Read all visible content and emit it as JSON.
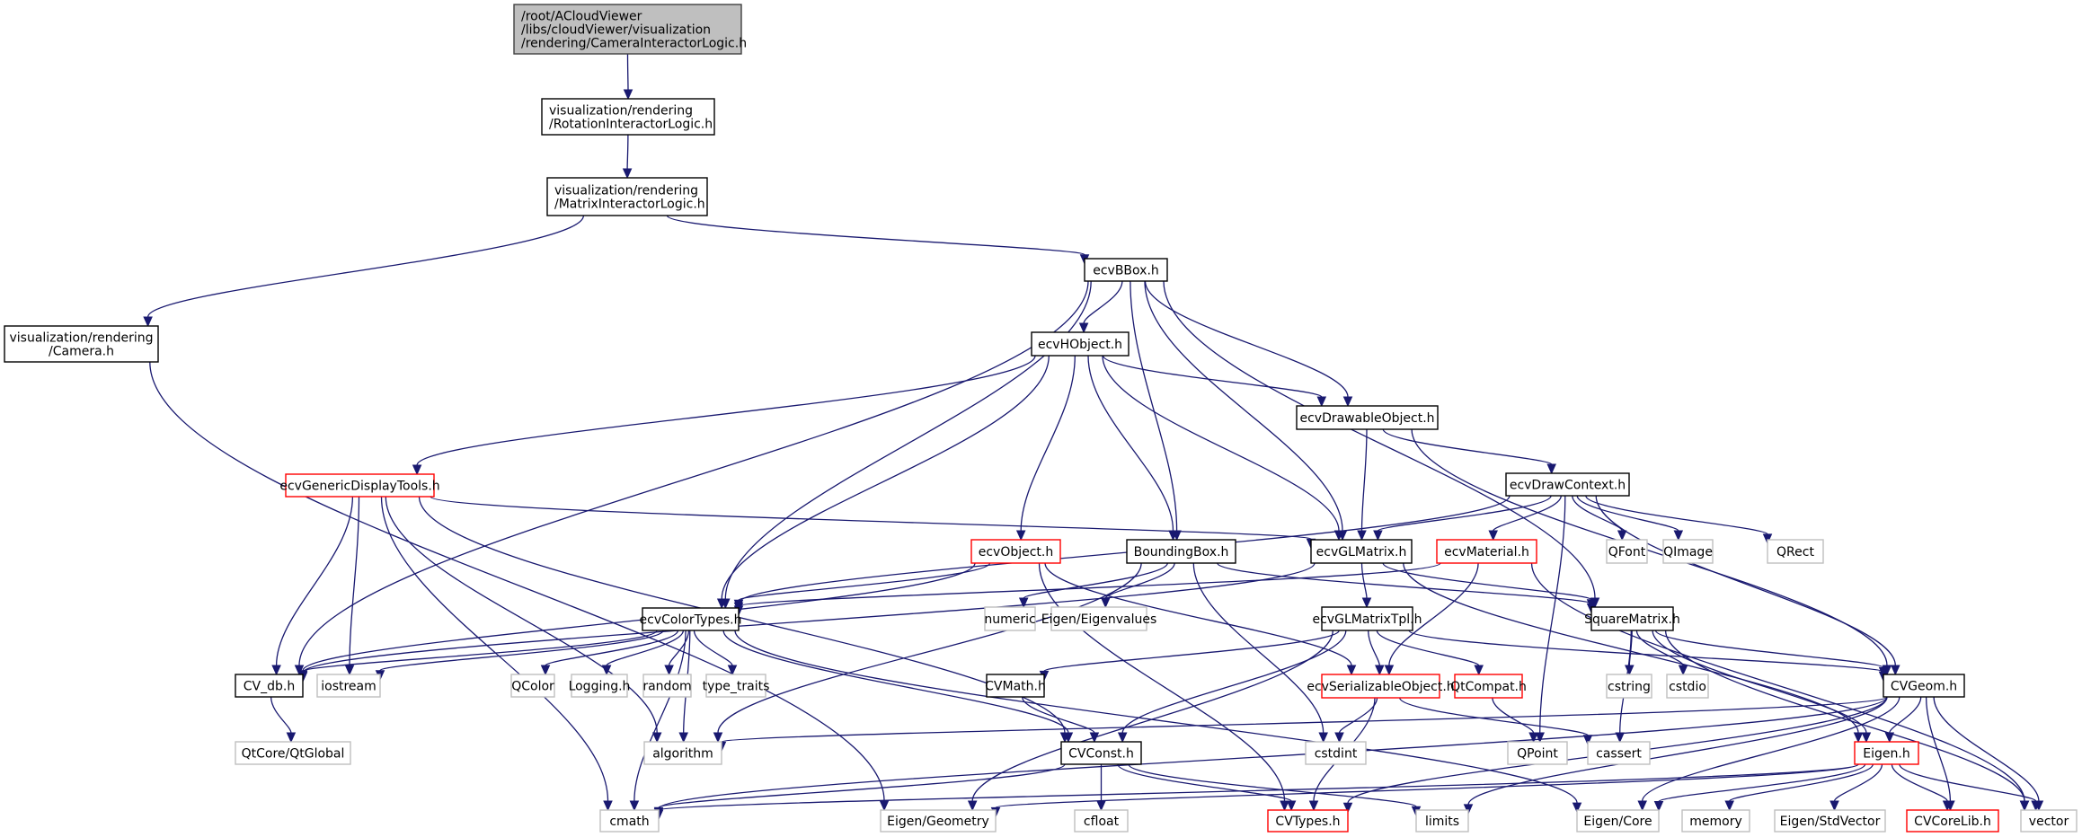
{
  "title": "Include dependency graph for CameraInteractorLogic.h",
  "colors": {
    "edge": "#191970",
    "root_fill": "#bfbfbf",
    "root_border": "#404040",
    "documented_border": "#000000",
    "missing_border": "#ff0000",
    "external_border": "#bfbfbf",
    "text": "#000000"
  },
  "nodes": [
    {
      "id": "root",
      "lines": [
        "/root/ACloudViewer",
        "/libs/cloudViewer/visualization",
        "/rendering/CameraInteractorLogic.h"
      ],
      "kind": "root"
    },
    {
      "id": "rotation",
      "lines": [
        "visualization/rendering",
        "/RotationInteractorLogic.h"
      ],
      "kind": "doc"
    },
    {
      "id": "matrix",
      "lines": [
        "visualization/rendering",
        "/MatrixInteractorLogic.h"
      ],
      "kind": "doc"
    },
    {
      "id": "camera",
      "lines": [
        "visualization/rendering",
        "/Camera.h"
      ],
      "kind": "doc"
    },
    {
      "id": "ecvBBox",
      "lines": [
        "ecvBBox.h"
      ],
      "kind": "doc"
    },
    {
      "id": "ecvHObject",
      "lines": [
        "ecvHObject.h"
      ],
      "kind": "doc"
    },
    {
      "id": "ecvDrawableObject",
      "lines": [
        "ecvDrawableObject.h"
      ],
      "kind": "doc"
    },
    {
      "id": "ecvGenericDisplayTools",
      "lines": [
        "ecvGenericDisplayTools.h"
      ],
      "kind": "missing"
    },
    {
      "id": "ecvDrawContext",
      "lines": [
        "ecvDrawContext.h"
      ],
      "kind": "doc"
    },
    {
      "id": "ecvObject",
      "lines": [
        "ecvObject.h"
      ],
      "kind": "missing"
    },
    {
      "id": "BoundingBox",
      "lines": [
        "BoundingBox.h"
      ],
      "kind": "doc"
    },
    {
      "id": "ecvGLMatrix",
      "lines": [
        "ecvGLMatrix.h"
      ],
      "kind": "doc"
    },
    {
      "id": "ecvMaterial",
      "lines": [
        "ecvMaterial.h"
      ],
      "kind": "missing"
    },
    {
      "id": "QFont",
      "lines": [
        "QFont"
      ],
      "kind": "ext"
    },
    {
      "id": "QImage",
      "lines": [
        "QImage"
      ],
      "kind": "ext"
    },
    {
      "id": "QRect",
      "lines": [
        "QRect"
      ],
      "kind": "ext"
    },
    {
      "id": "ecvColorTypes",
      "lines": [
        "ecvColorTypes.h"
      ],
      "kind": "doc"
    },
    {
      "id": "numeric",
      "lines": [
        "numeric"
      ],
      "kind": "ext"
    },
    {
      "id": "EigenEigenvalues",
      "lines": [
        "Eigen/Eigenvalues"
      ],
      "kind": "ext"
    },
    {
      "id": "ecvGLMatrixTpl",
      "lines": [
        "ecvGLMatrixTpl.h"
      ],
      "kind": "doc"
    },
    {
      "id": "SquareMatrix",
      "lines": [
        "SquareMatrix.h"
      ],
      "kind": "doc"
    },
    {
      "id": "CV_db",
      "lines": [
        "CV_db.h"
      ],
      "kind": "doc"
    },
    {
      "id": "iostream",
      "lines": [
        "iostream"
      ],
      "kind": "ext"
    },
    {
      "id": "QColor",
      "lines": [
        "QColor"
      ],
      "kind": "ext"
    },
    {
      "id": "Logging",
      "lines": [
        "Logging.h"
      ],
      "kind": "ext"
    },
    {
      "id": "random",
      "lines": [
        "random"
      ],
      "kind": "ext"
    },
    {
      "id": "type_traits",
      "lines": [
        "type_traits"
      ],
      "kind": "ext"
    },
    {
      "id": "CVMath",
      "lines": [
        "CVMath.h"
      ],
      "kind": "doc"
    },
    {
      "id": "ecvSerializableObject",
      "lines": [
        "ecvSerializableObject.h"
      ],
      "kind": "missing"
    },
    {
      "id": "QtCompat",
      "lines": [
        "QtCompat.h"
      ],
      "kind": "missing"
    },
    {
      "id": "cstring",
      "lines": [
        "cstring"
      ],
      "kind": "ext"
    },
    {
      "id": "cstdio",
      "lines": [
        "cstdio"
      ],
      "kind": "ext"
    },
    {
      "id": "CVGeom",
      "lines": [
        "CVGeom.h"
      ],
      "kind": "doc"
    },
    {
      "id": "QtGlobal",
      "lines": [
        "QtCore/QtGlobal"
      ],
      "kind": "ext"
    },
    {
      "id": "algorithm",
      "lines": [
        "algorithm"
      ],
      "kind": "ext"
    },
    {
      "id": "CVConst",
      "lines": [
        "CVConst.h"
      ],
      "kind": "doc"
    },
    {
      "id": "cstdint",
      "lines": [
        "cstdint"
      ],
      "kind": "ext"
    },
    {
      "id": "QPoint",
      "lines": [
        "QPoint"
      ],
      "kind": "ext"
    },
    {
      "id": "cassert",
      "lines": [
        "cassert"
      ],
      "kind": "ext"
    },
    {
      "id": "EigenH",
      "lines": [
        "Eigen.h"
      ],
      "kind": "missing"
    },
    {
      "id": "cmath",
      "lines": [
        "cmath"
      ],
      "kind": "ext"
    },
    {
      "id": "EigenGeometry",
      "lines": [
        "Eigen/Geometry"
      ],
      "kind": "ext"
    },
    {
      "id": "cfloat",
      "lines": [
        "cfloat"
      ],
      "kind": "ext"
    },
    {
      "id": "CVTypes",
      "lines": [
        "CVTypes.h"
      ],
      "kind": "missing"
    },
    {
      "id": "limits",
      "lines": [
        "limits"
      ],
      "kind": "ext"
    },
    {
      "id": "EigenCore",
      "lines": [
        "Eigen/Core"
      ],
      "kind": "ext"
    },
    {
      "id": "memory",
      "lines": [
        "memory"
      ],
      "kind": "ext"
    },
    {
      "id": "EigenStdVector",
      "lines": [
        "Eigen/StdVector"
      ],
      "kind": "ext"
    },
    {
      "id": "CVCoreLib",
      "lines": [
        "CVCoreLib.h"
      ],
      "kind": "missing"
    },
    {
      "id": "vector",
      "lines": [
        "vector"
      ],
      "kind": "ext"
    }
  ],
  "edges": [
    [
      "root",
      "rotation"
    ],
    [
      "rotation",
      "matrix"
    ],
    [
      "matrix",
      "camera"
    ],
    [
      "matrix",
      "ecvBBox"
    ],
    [
      "camera",
      "EigenGeometry"
    ],
    [
      "ecvBBox",
      "ecvHObject"
    ],
    [
      "ecvBBox",
      "ecvDrawableObject"
    ],
    [
      "ecvBBox",
      "BoundingBox"
    ],
    [
      "ecvBBox",
      "ecvGLMatrix"
    ],
    [
      "ecvBBox",
      "ecvColorTypes"
    ],
    [
      "ecvBBox",
      "CV_db"
    ],
    [
      "ecvBBox",
      "SquareMatrix"
    ],
    [
      "ecvHObject",
      "ecvGenericDisplayTools"
    ],
    [
      "ecvHObject",
      "ecvDrawableObject"
    ],
    [
      "ecvHObject",
      "ecvObject"
    ],
    [
      "ecvHObject",
      "BoundingBox"
    ],
    [
      "ecvHObject",
      "ecvGLMatrix"
    ],
    [
      "ecvHObject",
      "ecvColorTypes"
    ],
    [
      "ecvDrawableObject",
      "ecvDrawContext"
    ],
    [
      "ecvDrawableObject",
      "ecvGLMatrix"
    ],
    [
      "ecvDrawableObject",
      "CVGeom"
    ],
    [
      "ecvGenericDisplayTools",
      "ecvGLMatrix"
    ],
    [
      "ecvGenericDisplayTools",
      "CV_db"
    ],
    [
      "ecvGenericDisplayTools",
      "iostream"
    ],
    [
      "ecvGenericDisplayTools",
      "CVConst"
    ],
    [
      "ecvGenericDisplayTools",
      "algorithm"
    ],
    [
      "ecvGenericDisplayTools",
      "cmath"
    ],
    [
      "ecvDrawContext",
      "ecvGLMatrix"
    ],
    [
      "ecvDrawContext",
      "ecvMaterial"
    ],
    [
      "ecvDrawContext",
      "QFont"
    ],
    [
      "ecvDrawContext",
      "QImage"
    ],
    [
      "ecvDrawContext",
      "QRect"
    ],
    [
      "ecvDrawContext",
      "ecvColorTypes"
    ],
    [
      "ecvDrawContext",
      "QPoint"
    ],
    [
      "ecvDrawContext",
      "CVGeom"
    ],
    [
      "ecvObject",
      "ecvColorTypes"
    ],
    [
      "ecvObject",
      "CV_db"
    ],
    [
      "ecvObject",
      "ecvSerializableObject"
    ],
    [
      "ecvObject",
      "CVTypes"
    ],
    [
      "BoundingBox",
      "numeric"
    ],
    [
      "BoundingBox",
      "EigenEigenvalues"
    ],
    [
      "BoundingBox",
      "algorithm"
    ],
    [
      "BoundingBox",
      "cstdint"
    ],
    [
      "BoundingBox",
      "SquareMatrix"
    ],
    [
      "ecvGLMatrix",
      "ecvGLMatrixTpl"
    ],
    [
      "ecvGLMatrix",
      "SquareMatrix"
    ],
    [
      "ecvGLMatrix",
      "CV_db"
    ],
    [
      "ecvGLMatrix",
      "EigenH"
    ],
    [
      "ecvMaterial",
      "ecvColorTypes"
    ],
    [
      "ecvMaterial",
      "ecvSerializableObject"
    ],
    [
      "ecvMaterial",
      "vector"
    ],
    [
      "ecvColorTypes",
      "CV_db"
    ],
    [
      "ecvColorTypes",
      "iostream"
    ],
    [
      "ecvColorTypes",
      "QColor"
    ],
    [
      "ecvColorTypes",
      "Logging"
    ],
    [
      "ecvColorTypes",
      "random"
    ],
    [
      "ecvColorTypes",
      "type_traits"
    ],
    [
      "ecvColorTypes",
      "CVConst"
    ],
    [
      "ecvColorTypes",
      "algorithm"
    ],
    [
      "ecvColorTypes",
      "cmath"
    ],
    [
      "ecvColorTypes",
      "EigenCore"
    ],
    [
      "ecvGLMatrixTpl",
      "CVMath"
    ],
    [
      "ecvGLMatrixTpl",
      "ecvSerializableObject"
    ],
    [
      "ecvGLMatrixTpl",
      "QtCompat"
    ],
    [
      "ecvGLMatrixTpl",
      "CVGeom"
    ],
    [
      "ecvGLMatrixTpl",
      "CVConst"
    ],
    [
      "ecvGLMatrixTpl",
      "EigenGeometry"
    ],
    [
      "SquareMatrix",
      "cstring"
    ],
    [
      "SquareMatrix",
      "cstdio"
    ],
    [
      "SquareMatrix",
      "CVGeom"
    ],
    [
      "SquareMatrix",
      "cassert"
    ],
    [
      "SquareMatrix",
      "vector"
    ],
    [
      "SquareMatrix",
      "EigenH"
    ],
    [
      "CV_db",
      "QtGlobal"
    ],
    [
      "CVMath",
      "CVConst"
    ],
    [
      "ecvSerializableObject",
      "cstdint"
    ],
    [
      "ecvSerializableObject",
      "cassert"
    ],
    [
      "ecvSerializableObject",
      "CVTypes"
    ],
    [
      "QtCompat",
      "QPoint"
    ],
    [
      "CVGeom",
      "EigenH"
    ],
    [
      "CVGeom",
      "CVCoreLib"
    ],
    [
      "CVGeom",
      "vector"
    ],
    [
      "CVGeom",
      "algorithm"
    ],
    [
      "CVGeom",
      "cmath"
    ],
    [
      "CVGeom",
      "CVTypes"
    ],
    [
      "CVGeom",
      "limits"
    ],
    [
      "CVGeom",
      "EigenCore"
    ],
    [
      "CVConst",
      "cfloat"
    ],
    [
      "CVConst",
      "CVTypes"
    ],
    [
      "CVConst",
      "limits"
    ],
    [
      "CVConst",
      "cmath"
    ],
    [
      "EigenH",
      "memory"
    ],
    [
      "EigenH",
      "EigenStdVector"
    ],
    [
      "EigenH",
      "CVCoreLib"
    ],
    [
      "EigenH",
      "vector"
    ],
    [
      "EigenH",
      "EigenCore"
    ],
    [
      "EigenH",
      "EigenGeometry"
    ],
    [
      "EigenH",
      "cmath"
    ]
  ]
}
